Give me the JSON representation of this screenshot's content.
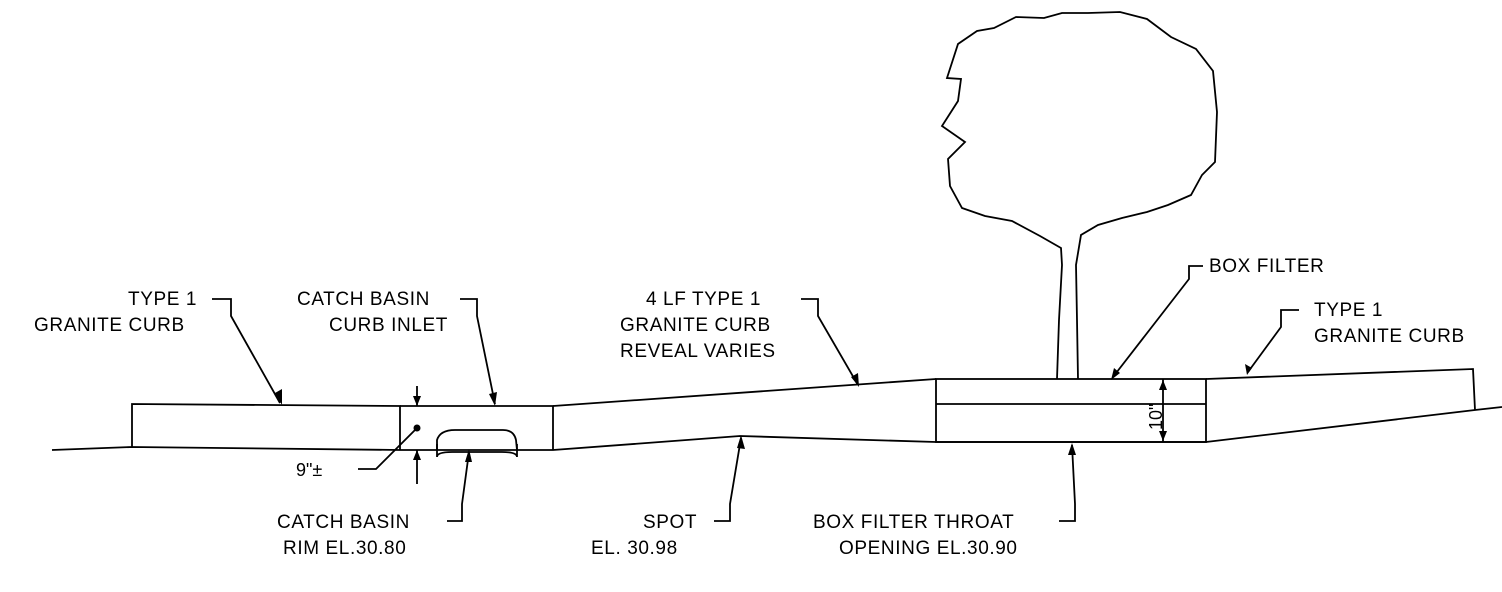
{
  "labels": {
    "curb_left": [
      "TYPE 1",
      "GRANITE CURB"
    ],
    "catch_basin_inlet": [
      "CATCH BASIN",
      "CURB INLET"
    ],
    "lf_curb": [
      "4 LF TYPE 1",
      "GRANITE CURB",
      "REVEAL VARIES"
    ],
    "box_filter": "BOX FILTER",
    "curb_right": [
      "TYPE 1",
      "GRANITE CURB"
    ],
    "dim_9": "9\"±",
    "dim_10": "10\"",
    "catch_basin_rim": [
      "CATCH BASIN",
      "RIM EL.30.80"
    ],
    "spot": [
      "SPOT",
      "EL. 30.98"
    ],
    "box_filter_throat": [
      "BOX FILTER THROAT",
      "OPENING EL.30.90"
    ]
  }
}
